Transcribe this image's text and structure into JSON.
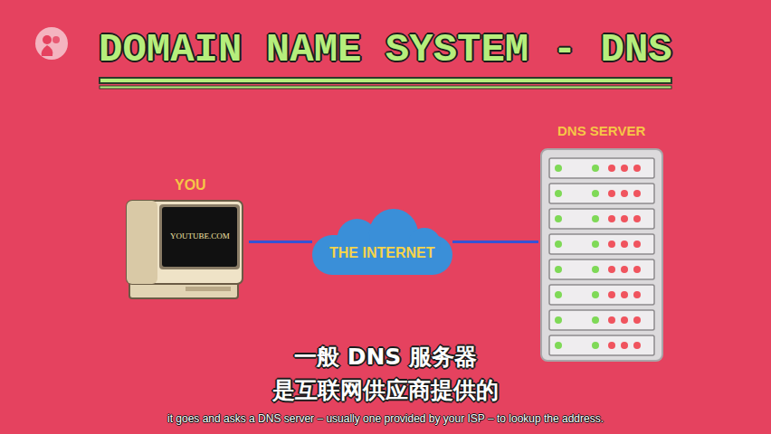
{
  "diagram": {
    "title": "DOMAIN NAME SYSTEM - DNS",
    "nodes": [
      {
        "text": [
          "YOU",
          "YOUTUBE.COM"
        ]
      },
      {
        "text": [
          "THE INTERNET"
        ]
      },
      {
        "text": [
          "DNS SERVER"
        ]
      }
    ],
    "edges": [
      {
        "from": 0,
        "to": 1,
        "arrow": "none"
      },
      {
        "from": 1,
        "to": 2,
        "arrow": "none"
      }
    ],
    "labels": [
      "一般 DNS 服务器 是互联网供应商提供的",
      "it goes and asks a DNS server – usually one provided by your ISP – to lookup the address."
    ]
  }
}
